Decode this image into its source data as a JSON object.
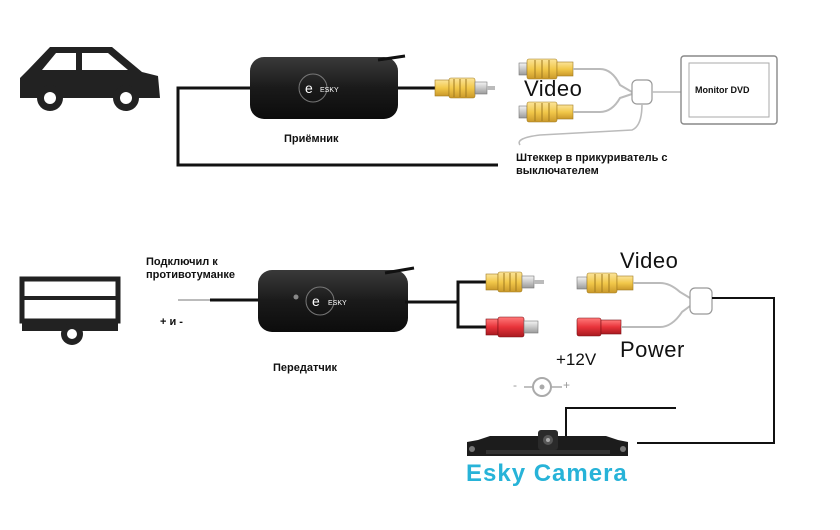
{
  "receiver": {
    "device_label": "Приёмник",
    "brand": "ESKY",
    "port_label": "Video",
    "monitor_label": "Monitor DVD",
    "power_note": "Штеккер в прикуриватель с выключателем"
  },
  "transmitter": {
    "device_label": "Передатчик",
    "brand": "ESKY",
    "connection_note": "Подключил к противотуманке",
    "polarity_note": "+ и -",
    "video_label": "Video",
    "power_label": "Power",
    "voltage_label": "+12V",
    "polarity_symbol_minus": "-",
    "polarity_symbol_plus": "+",
    "camera_label": "Esky Camera"
  },
  "colors": {
    "device": "#1e1e1e",
    "cable": "#111111",
    "rca_yellow": "#f2c84a",
    "rca_red": "#e8333a",
    "camera_text": "#27b3d8",
    "vehicle": "#222222"
  },
  "icons": [
    "car-icon",
    "trailer-icon",
    "antenna-icon",
    "rca-plug-icon",
    "monitor-icon",
    "camera-icon"
  ]
}
